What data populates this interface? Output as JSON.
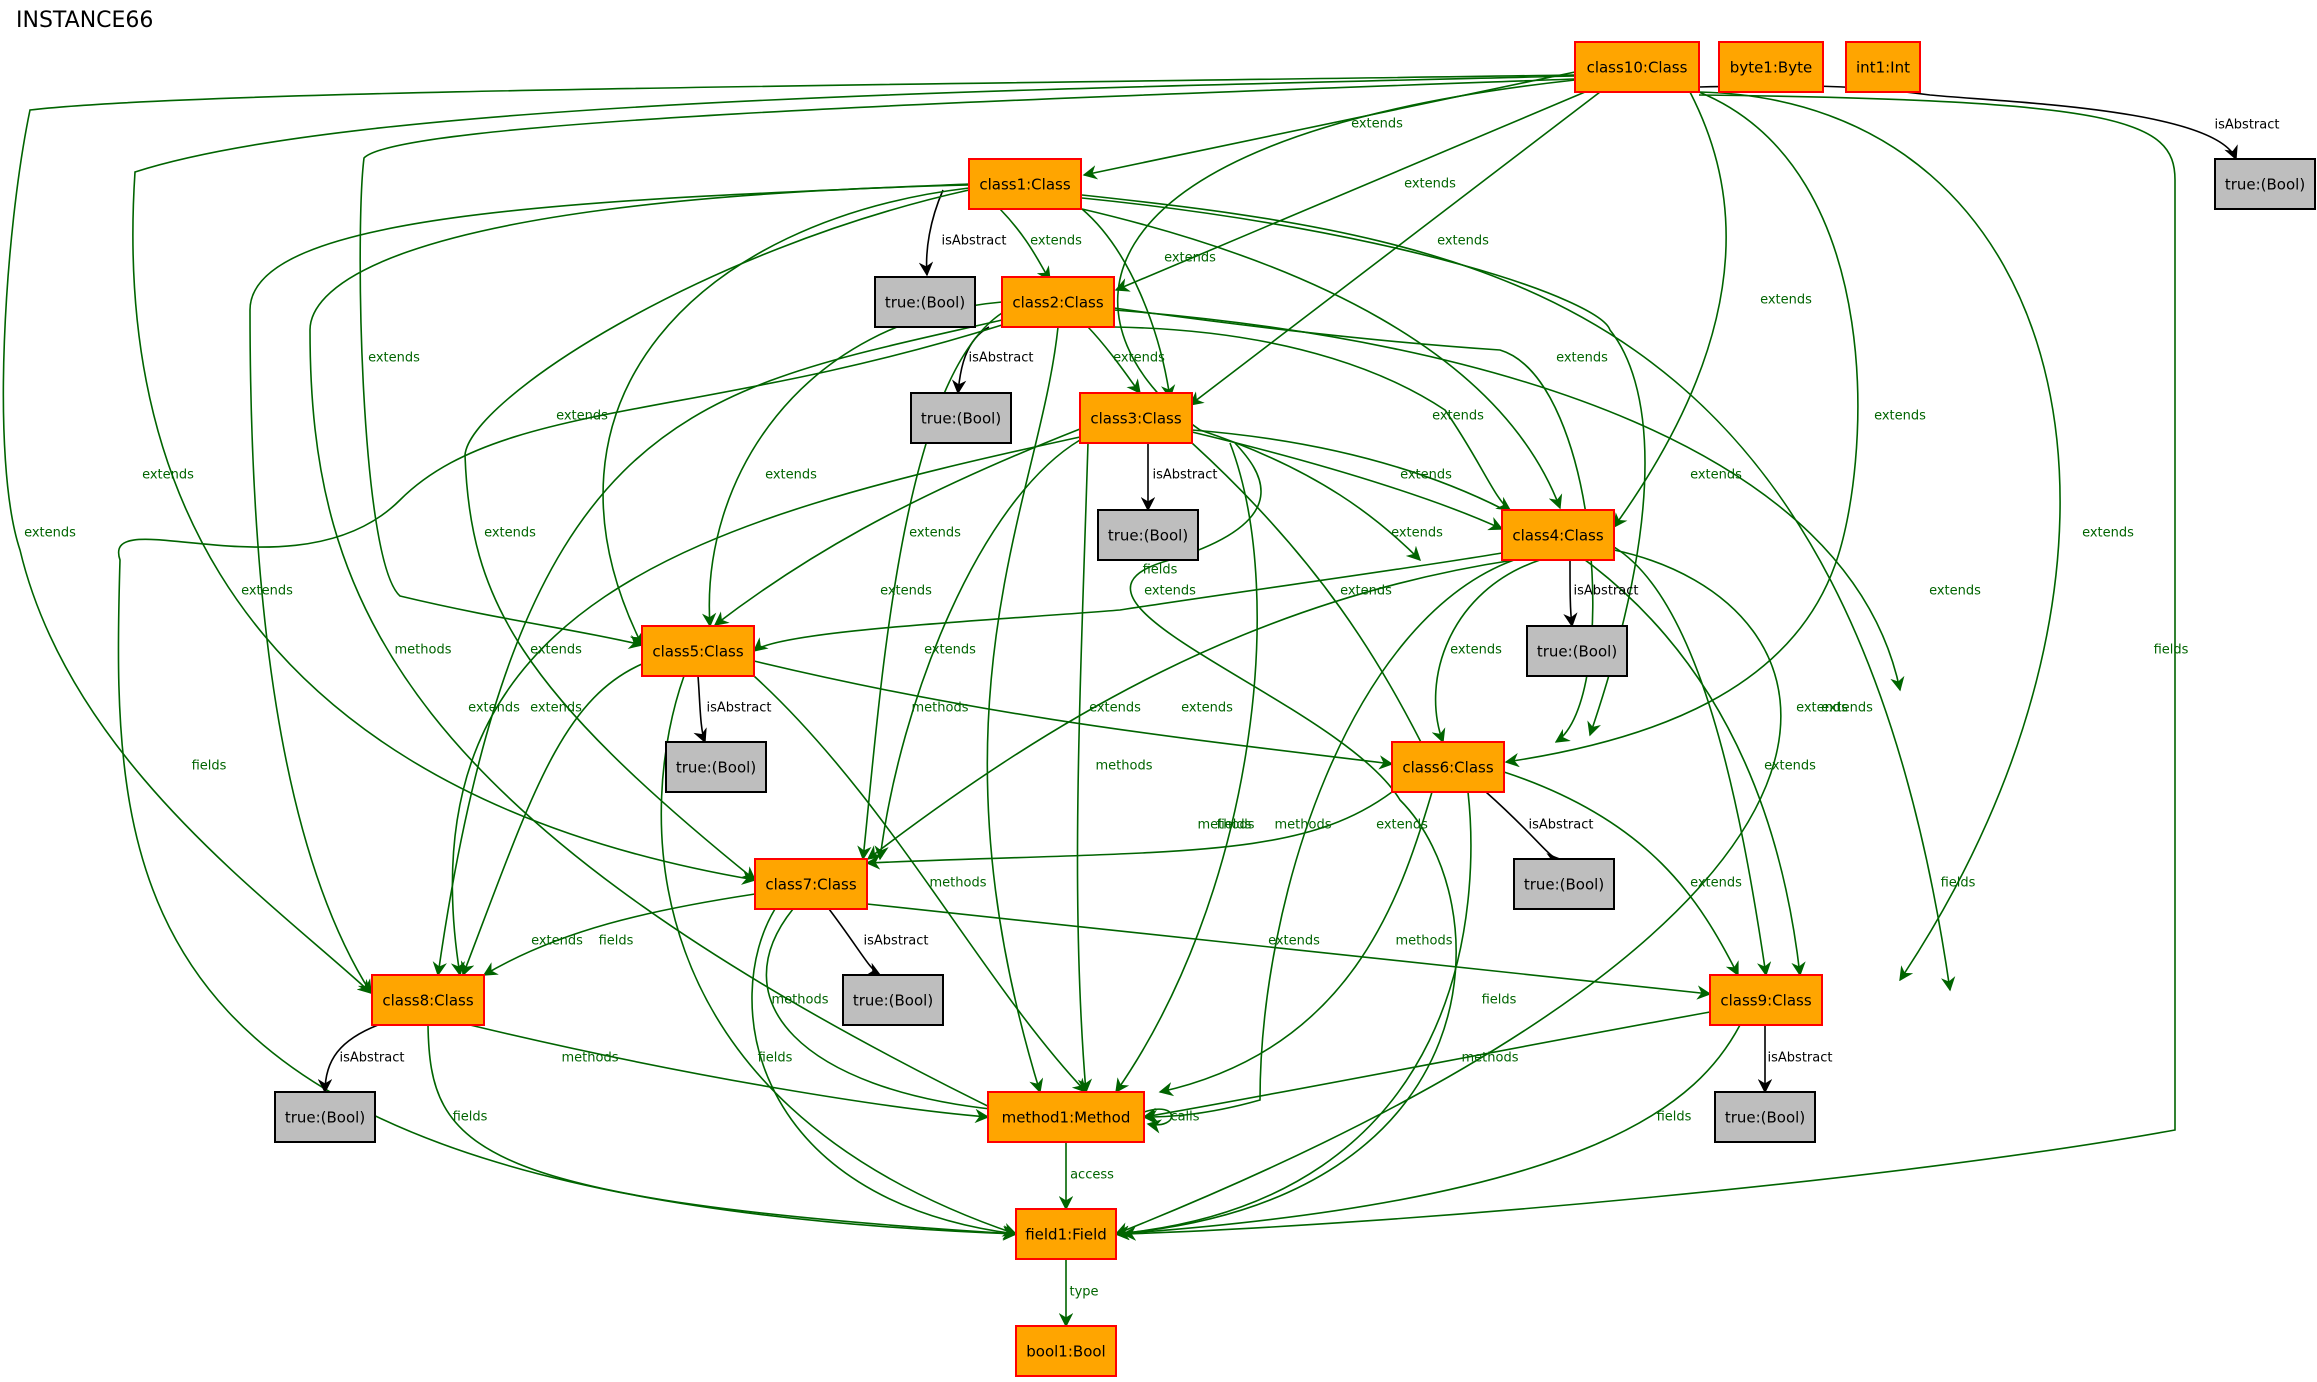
{
  "title": "INSTANCE66",
  "colors": {
    "class_fill": "#ffa500",
    "class_border": "#ff0000",
    "bool_fill": "#bebebe",
    "edge_green": "#006400",
    "edge_black": "#000000"
  },
  "nodes": [
    {
      "id": "class10",
      "label": "class10:Class",
      "kind": "class"
    },
    {
      "id": "byte1",
      "label": "byte1:Byte",
      "kind": "class"
    },
    {
      "id": "int1",
      "label": "int1:Int",
      "kind": "class"
    },
    {
      "id": "b10",
      "label": "true:(Bool)",
      "kind": "bool"
    },
    {
      "id": "class1",
      "label": "class1:Class",
      "kind": "class"
    },
    {
      "id": "b1",
      "label": "true:(Bool)",
      "kind": "bool"
    },
    {
      "id": "class2",
      "label": "class2:Class",
      "kind": "class"
    },
    {
      "id": "b2",
      "label": "true:(Bool)",
      "kind": "bool"
    },
    {
      "id": "class3",
      "label": "class3:Class",
      "kind": "class"
    },
    {
      "id": "b3",
      "label": "true:(Bool)",
      "kind": "bool"
    },
    {
      "id": "class4",
      "label": "class4:Class",
      "kind": "class"
    },
    {
      "id": "b4",
      "label": "true:(Bool)",
      "kind": "bool"
    },
    {
      "id": "class5",
      "label": "class5:Class",
      "kind": "class"
    },
    {
      "id": "b5",
      "label": "true:(Bool)",
      "kind": "bool"
    },
    {
      "id": "class6",
      "label": "class6:Class",
      "kind": "class"
    },
    {
      "id": "b6",
      "label": "true:(Bool)",
      "kind": "bool"
    },
    {
      "id": "class7",
      "label": "class7:Class",
      "kind": "class"
    },
    {
      "id": "b7",
      "label": "true:(Bool)",
      "kind": "bool"
    },
    {
      "id": "class8",
      "label": "class8:Class",
      "kind": "class"
    },
    {
      "id": "b8",
      "label": "true:(Bool)",
      "kind": "bool"
    },
    {
      "id": "class9",
      "label": "class9:Class",
      "kind": "class"
    },
    {
      "id": "b9",
      "label": "true:(Bool)",
      "kind": "bool"
    },
    {
      "id": "method1",
      "label": "method1:Method",
      "kind": "class"
    },
    {
      "id": "field1",
      "label": "field1:Field",
      "kind": "class"
    },
    {
      "id": "bool1",
      "label": "bool1:Bool",
      "kind": "class"
    }
  ],
  "edges": [
    {
      "from": "class10",
      "to": "b10",
      "label": "isAbstract"
    },
    {
      "from": "class10",
      "to": "class1",
      "label": "extends"
    },
    {
      "from": "class10",
      "to": "class2",
      "label": "extends"
    },
    {
      "from": "class10",
      "to": "class3",
      "label": "extends"
    },
    {
      "from": "class10",
      "to": "class4",
      "label": "extends"
    },
    {
      "from": "class10",
      "to": "class5",
      "label": "extends"
    },
    {
      "from": "class10",
      "to": "class6",
      "label": "extends"
    },
    {
      "from": "class10",
      "to": "class7",
      "label": "extends"
    },
    {
      "from": "class10",
      "to": "class8",
      "label": "extends"
    },
    {
      "from": "class10",
      "to": "class9",
      "label": "extends"
    },
    {
      "from": "class10",
      "to": "field1",
      "label": "fields"
    },
    {
      "from": "class10",
      "to": "field1",
      "label": "fields"
    },
    {
      "from": "class1",
      "to": "b1",
      "label": "isAbstract"
    },
    {
      "from": "class1",
      "to": "class2",
      "label": "extends"
    },
    {
      "from": "class1",
      "to": "class3",
      "label": "extends"
    },
    {
      "from": "class1",
      "to": "class4",
      "label": "extends"
    },
    {
      "from": "class1",
      "to": "class5",
      "label": "extends"
    },
    {
      "from": "class1",
      "to": "class6",
      "label": "extends"
    },
    {
      "from": "class1",
      "to": "class7",
      "label": "extends"
    },
    {
      "from": "class1",
      "to": "class8",
      "label": "extends"
    },
    {
      "from": "class1",
      "to": "class9",
      "label": "extends"
    },
    {
      "from": "class1",
      "to": "method1",
      "label": "methods"
    },
    {
      "from": "class2",
      "to": "b2",
      "label": "isAbstract"
    },
    {
      "from": "class2",
      "to": "class3",
      "label": "extends"
    },
    {
      "from": "class2",
      "to": "class4",
      "label": "extends"
    },
    {
      "from": "class2",
      "to": "class5",
      "label": "extends"
    },
    {
      "from": "class2",
      "to": "class6",
      "label": "extends"
    },
    {
      "from": "class2",
      "to": "class7",
      "label": "extends"
    },
    {
      "from": "class2",
      "to": "class8",
      "label": "extends"
    },
    {
      "from": "class2",
      "to": "class9",
      "label": "extends"
    },
    {
      "from": "class2",
      "to": "method1",
      "label": "methods"
    },
    {
      "from": "class2",
      "to": "field1",
      "label": "fields"
    },
    {
      "from": "class3",
      "to": "b3",
      "label": "isAbstract"
    },
    {
      "from": "class3",
      "to": "class4",
      "label": "extends"
    },
    {
      "from": "class3",
      "to": "class5",
      "label": "extends"
    },
    {
      "from": "class3",
      "to": "class6",
      "label": "extends"
    },
    {
      "from": "class3",
      "to": "class7",
      "label": "extends"
    },
    {
      "from": "class3",
      "to": "class8",
      "label": "extends"
    },
    {
      "from": "class3",
      "to": "class9",
      "label": "extends"
    },
    {
      "from": "class3",
      "to": "method1",
      "label": "methods"
    },
    {
      "from": "class3",
      "to": "method1",
      "label": "methods"
    },
    {
      "from": "class3",
      "to": "field1",
      "label": "fields"
    },
    {
      "from": "class4",
      "to": "b4",
      "label": "isAbstract"
    },
    {
      "from": "class4",
      "to": "class5",
      "label": "extends"
    },
    {
      "from": "class4",
      "to": "class6",
      "label": "extends"
    },
    {
      "from": "class4",
      "to": "class7",
      "label": "extends"
    },
    {
      "from": "class4",
      "to": "class9",
      "label": "extends"
    },
    {
      "from": "class4",
      "to": "method1",
      "label": "methods"
    },
    {
      "from": "class4",
      "to": "field1",
      "label": "fields"
    },
    {
      "from": "class5",
      "to": "b5",
      "label": "isAbstract"
    },
    {
      "from": "class5",
      "to": "class6",
      "label": "extends"
    },
    {
      "from": "class5",
      "to": "class8",
      "label": "extends"
    },
    {
      "from": "class5",
      "to": "method1",
      "label": "methods"
    },
    {
      "from": "class5",
      "to": "field1",
      "label": "fields"
    },
    {
      "from": "class6",
      "to": "b6",
      "label": "isAbstract"
    },
    {
      "from": "class6",
      "to": "class7",
      "label": "extends"
    },
    {
      "from": "class6",
      "to": "class9",
      "label": "extends"
    },
    {
      "from": "class6",
      "to": "method1",
      "label": "methods"
    },
    {
      "from": "class6",
      "to": "field1",
      "label": "fields"
    },
    {
      "from": "class7",
      "to": "b7",
      "label": "isAbstract"
    },
    {
      "from": "class7",
      "to": "class8",
      "label": "extends"
    },
    {
      "from": "class7",
      "to": "class9",
      "label": "extends"
    },
    {
      "from": "class7",
      "to": "method1",
      "label": "methods"
    },
    {
      "from": "class7",
      "to": "field1",
      "label": "fields"
    },
    {
      "from": "class8",
      "to": "b8",
      "label": "isAbstract"
    },
    {
      "from": "class8",
      "to": "method1",
      "label": "methods"
    },
    {
      "from": "class8",
      "to": "field1",
      "label": "fields"
    },
    {
      "from": "class9",
      "to": "b9",
      "label": "isAbstract"
    },
    {
      "from": "class9",
      "to": "method1",
      "label": "methods"
    },
    {
      "from": "class9",
      "to": "field1",
      "label": "fields"
    },
    {
      "from": "method1",
      "to": "method1",
      "label": "calls"
    },
    {
      "from": "method1",
      "to": "field1",
      "label": "access"
    },
    {
      "from": "field1",
      "to": "bool1",
      "label": "type"
    }
  ]
}
